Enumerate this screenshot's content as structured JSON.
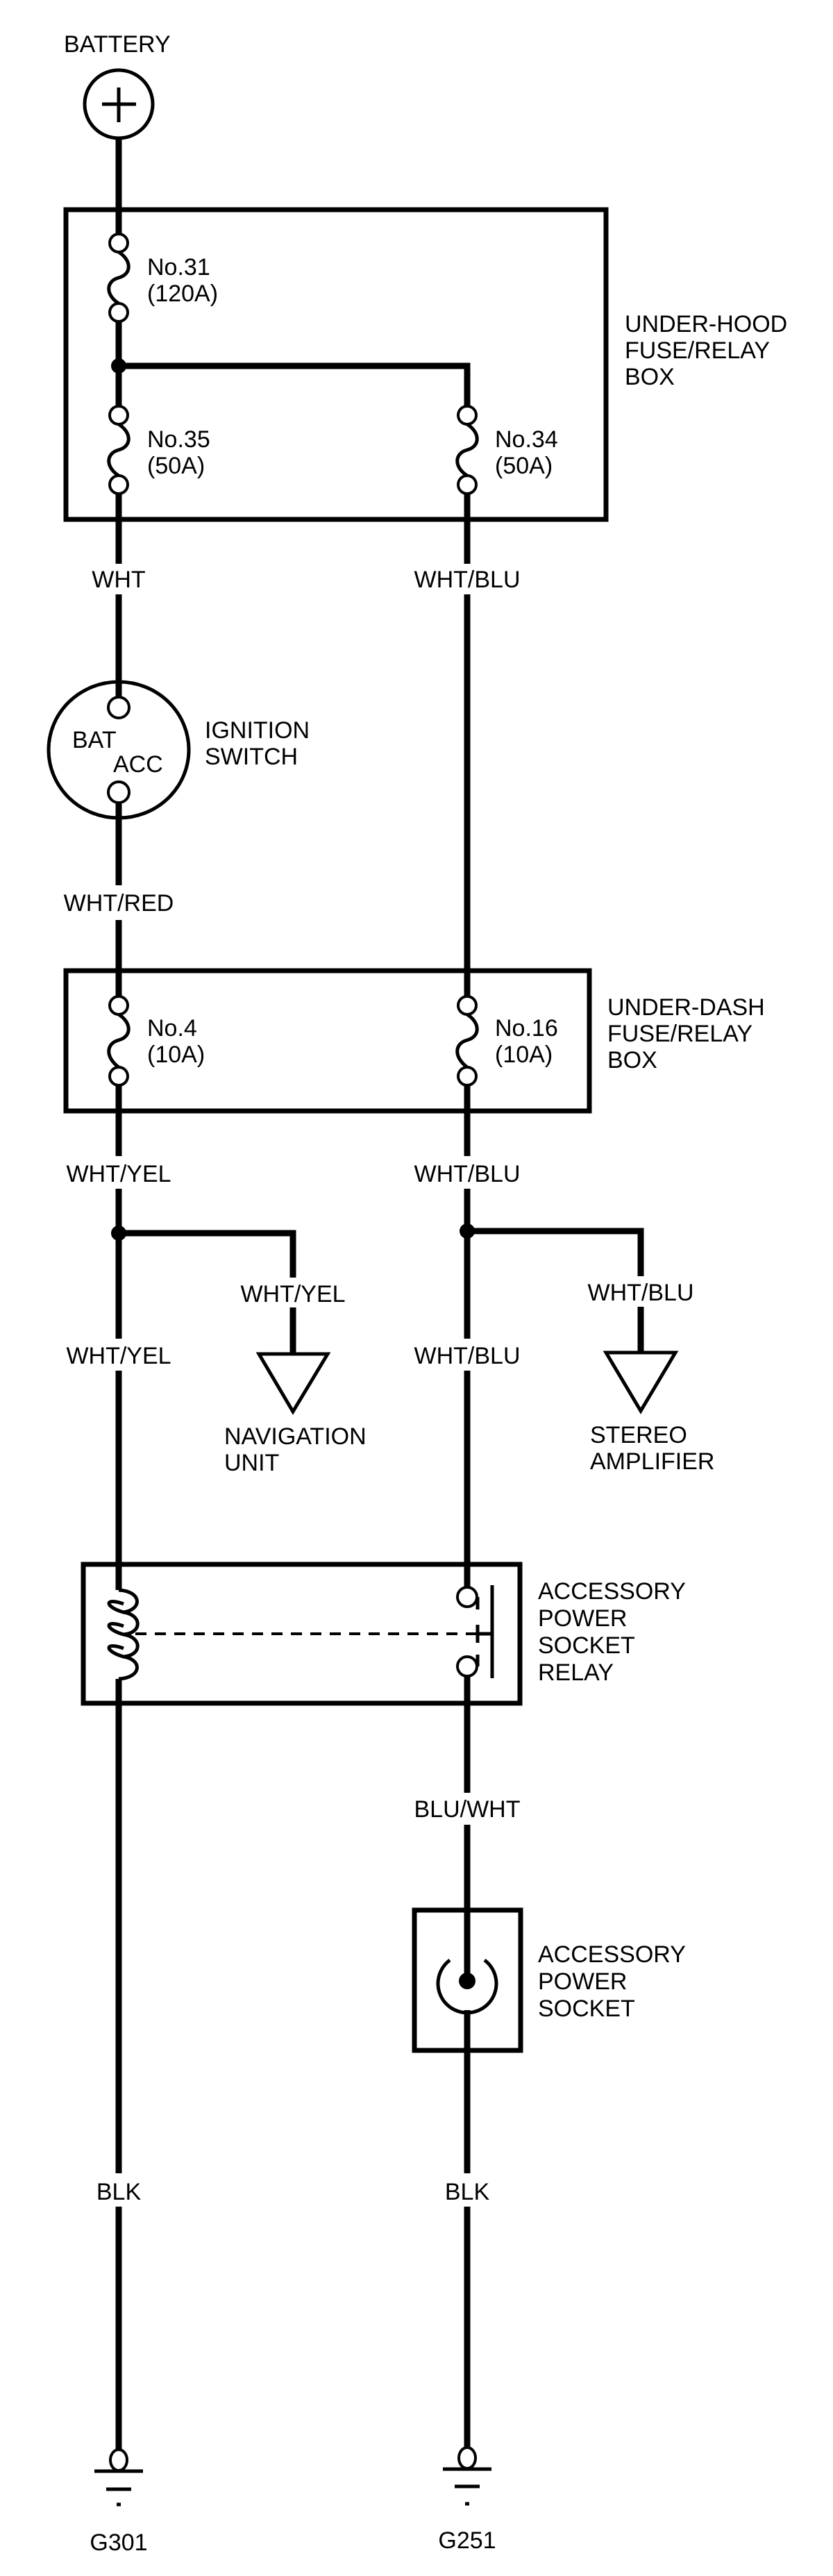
{
  "diagram": {
    "type": "wiring-schematic",
    "colors": {
      "ink": "#000000",
      "background": "#ffffff"
    },
    "battery": {
      "label": "BATTERY",
      "symbol": "+"
    },
    "under_hood_box": {
      "label_lines": [
        "UNDER-HOOD",
        "FUSE/RELAY",
        "BOX"
      ],
      "fuses": [
        {
          "name": "No.31",
          "rating": "(120A)"
        },
        {
          "name": "No.35",
          "rating": "(50A)"
        },
        {
          "name": "No.34",
          "rating": "(50A)"
        }
      ]
    },
    "ignition_switch": {
      "label_lines": [
        "IGNITION",
        "SWITCH"
      ],
      "terminals": [
        "BAT",
        "ACC"
      ]
    },
    "under_dash_box": {
      "label_lines": [
        "UNDER-DASH",
        "FUSE/RELAY",
        "BOX"
      ],
      "fuses": [
        {
          "name": "No.4",
          "rating": "(10A)"
        },
        {
          "name": "No.16",
          "rating": "(10A)"
        }
      ]
    },
    "branches": {
      "navigation": {
        "label_lines": [
          "NAVIGATION",
          "UNIT"
        ]
      },
      "stereo": {
        "label_lines": [
          "STEREO",
          "AMPLIFIER"
        ]
      }
    },
    "relay": {
      "label_lines": [
        "ACCESSORY",
        "POWER",
        "SOCKET",
        "RELAY"
      ]
    },
    "socket": {
      "label_lines": [
        "ACCESSORY",
        "POWER",
        "SOCKET"
      ]
    },
    "wire_labels": {
      "left_after_hood": "WHT",
      "right_after_hood": "WHT/BLU",
      "left_after_switch": "WHT/RED",
      "left_after_dash": "WHT/YEL",
      "right_after_dash": "WHT/BLU",
      "nav_branch": "WHT/YEL",
      "stereo_branch": "WHT/BLU",
      "left_mid": "WHT/YEL",
      "right_mid": "WHT/BLU",
      "right_after_relay": "BLU/WHT",
      "left_ground_wire": "BLK",
      "right_ground_wire": "BLK"
    },
    "grounds": [
      {
        "label": "G301"
      },
      {
        "label": "G251"
      }
    ]
  }
}
